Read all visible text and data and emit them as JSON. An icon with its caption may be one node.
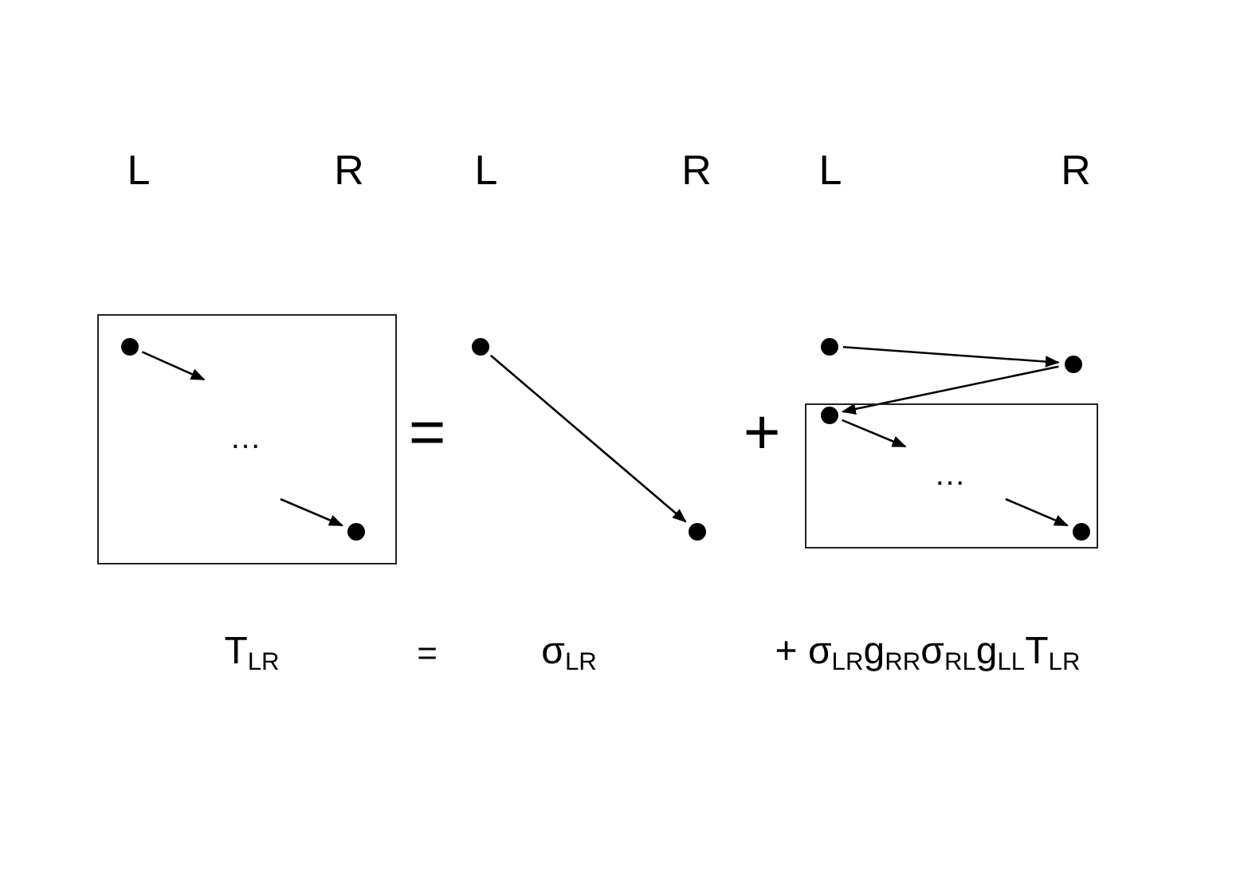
{
  "diagram": {
    "nodes": [
      {
        "text": [
          "…"
        ]
      },
      {
        "text": [],
        "shape": "circle",
        "in": 0
      },
      {
        "text": [],
        "shape": "circle",
        "in": 0
      },
      {
        "text": [],
        "shape": "circle"
      },
      {
        "text": [],
        "shape": "circle"
      },
      {
        "text": [],
        "shape": "circle"
      },
      {
        "text": [],
        "shape": "circle"
      },
      {
        "text": [
          "…"
        ]
      },
      {
        "text": [],
        "shape": "circle",
        "in": 7
      },
      {
        "text": [],
        "shape": "circle",
        "in": 7
      }
    ],
    "edges": [
      {
        "from": 1,
        "to": null,
        "arrow": "to"
      },
      {
        "from": null,
        "to": 2,
        "arrow": "to"
      },
      {
        "from": 3,
        "to": 4,
        "arrow": "to"
      },
      {
        "from": 5,
        "to": 6,
        "arrow": "to"
      },
      {
        "from": 6,
        "to": 8,
        "arrow": "to"
      },
      {
        "from": 8,
        "to": null,
        "arrow": "to"
      },
      {
        "from": null,
        "to": 9,
        "arrow": "to"
      }
    ],
    "labels": [
      "L",
      "R",
      "L",
      "R",
      "L",
      "R",
      "=",
      "+",
      "T$_{LR}$",
      "=",
      "σ$_{LR}$",
      "+ σ$_{LR}$g$_{RR}$σ$_{RL}$g$_{LL}$T$_{LR}$"
    ]
  }
}
